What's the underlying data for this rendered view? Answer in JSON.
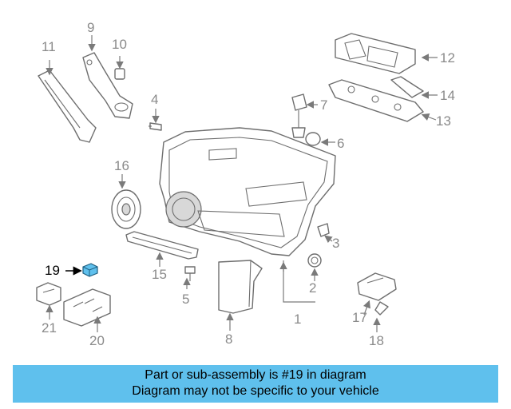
{
  "callouts": {
    "c1": "1",
    "c2": "2",
    "c3": "3",
    "c4": "4",
    "c5": "5",
    "c6": "6",
    "c7": "7",
    "c8": "8",
    "c9": "9",
    "c10": "10",
    "c11": "11",
    "c12": "12",
    "c13": "13",
    "c14": "14",
    "c15": "15",
    "c16": "16",
    "c17": "17",
    "c18": "18",
    "c19": "19",
    "c20": "20",
    "c21": "21"
  },
  "highlight_part": "19",
  "highlight_color": "#5fc0ed",
  "banner": {
    "line1": "Part or sub-assembly is #19 in diagram",
    "line2": "Diagram may not be specific to your vehicle",
    "color": "#5fc0ed"
  }
}
